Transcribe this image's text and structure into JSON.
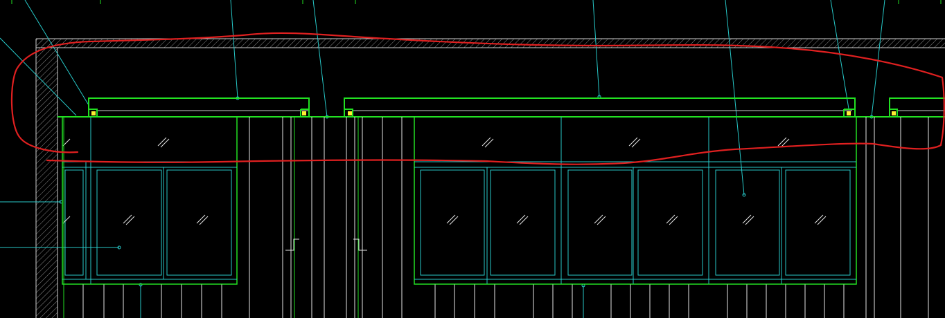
{
  "app": {
    "canvas_role": "cad-elevation-view"
  },
  "drawing": {
    "ceiling_band_hatched": true,
    "left_wall_hatched": true,
    "top_segment_count": 3,
    "glass_panel_groups": [
      {
        "name": "left-group",
        "panels": 2
      },
      {
        "name": "right-group",
        "panels": 6
      }
    ]
  },
  "markup": {
    "highlight_loop": true,
    "highlight_color": "#e02020"
  },
  "colors": {
    "background": "#000000",
    "green": "#22e022",
    "cyan": "#27c9c9",
    "white": "#e6e6e6",
    "yellow": "#ffee33",
    "gray": "#9a9a9a",
    "red": "#e02020"
  }
}
